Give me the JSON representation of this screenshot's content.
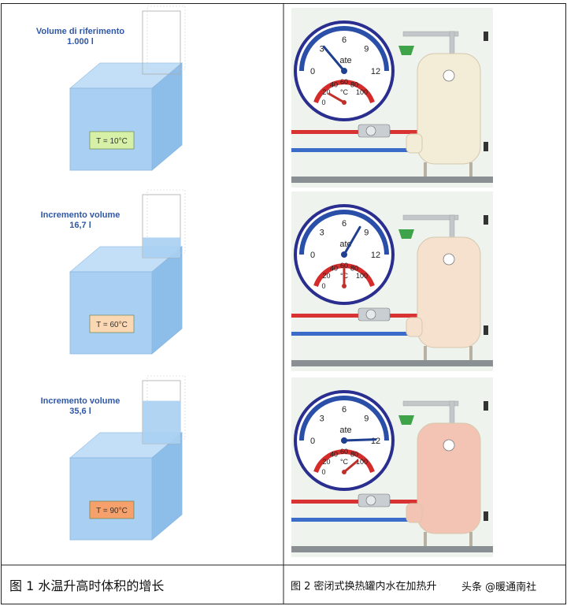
{
  "figure1": {
    "panels": [
      {
        "label_line1": "Volume di riferimento",
        "label_line2": "1.000 l",
        "temperature": "T = 10°C",
        "fill_level": 0.0
      },
      {
        "label_line1": "Incremento volume",
        "label_line2": "16,7 l",
        "temperature": "T = 60°C",
        "fill_level": 0.32
      },
      {
        "label_line1": "Incremento volume",
        "label_line2": "35,6 l",
        "temperature": "T = 90°C",
        "fill_level": 0.68
      }
    ],
    "caption": "图 1  水温升高时体积的增长",
    "colors": {
      "cube_front": "#a9cff2",
      "cube_top": "#c3def7",
      "cube_side": "#8dbde9",
      "tag_10": "#d7f0a8",
      "tag_60": "#fbd8b4",
      "tag_90": "#f6a06c"
    }
  },
  "figure2": {
    "gauge_pressure_labels": [
      "0",
      "3",
      "6",
      "9",
      "12"
    ],
    "gauge_pressure_unit": "ate",
    "gauge_temp_labels": [
      "0",
      "20",
      "40",
      "60",
      "80",
      "100"
    ],
    "gauge_temp_unit": "°C",
    "panels": [
      {
        "pressure_needle_deg": -40,
        "temp_needle_deg": -60,
        "tank_color": "#f3ecd6"
      },
      {
        "pressure_needle_deg": 30,
        "temp_needle_deg": 0,
        "tank_color": "#f6e1cf"
      },
      {
        "pressure_needle_deg": 88,
        "temp_needle_deg": 50,
        "tank_color": "#f3c4b3"
      }
    ],
    "caption": "图 2  密闭式换热罐内水在加热升",
    "watermark": "头条 @暖通南社"
  }
}
